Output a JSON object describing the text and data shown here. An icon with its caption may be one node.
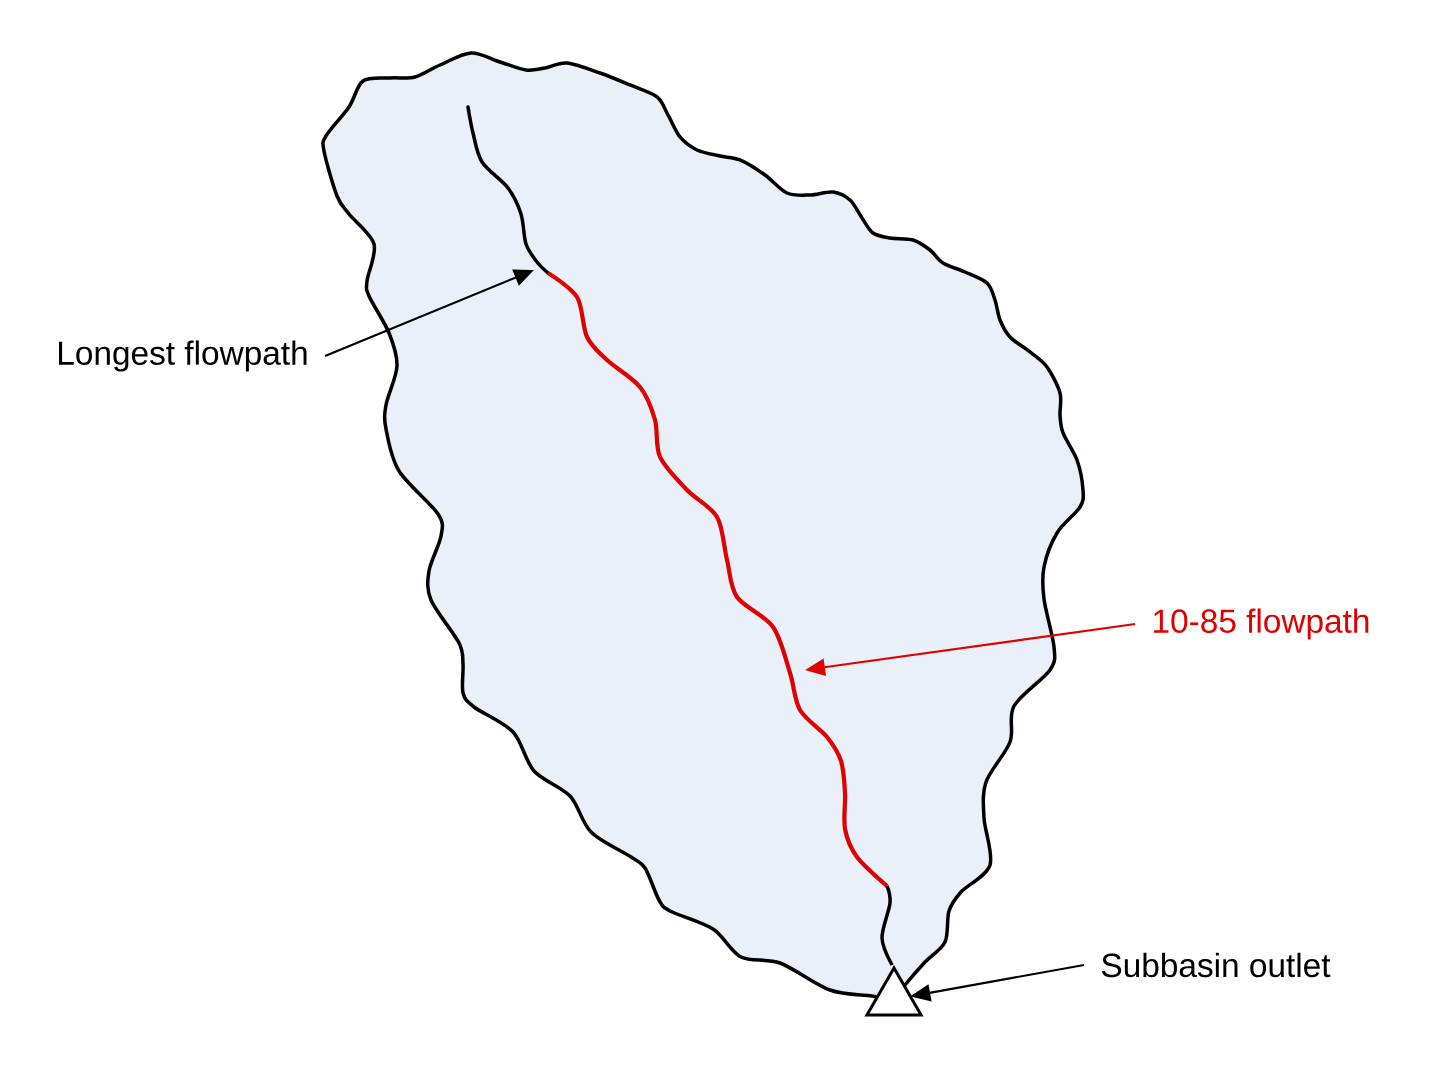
{
  "diagram": {
    "nodes": [
      {
        "text": [
          "Longest flowpath"
        ]
      },
      {
        "text": [
          "10-85 flowpath"
        ]
      },
      {
        "text": [
          "Subbasin outlet"
        ]
      },
      {
        "text": [],
        "shape": "triangle"
      }
    ],
    "edges": [
      {
        "from": 0,
        "to": null,
        "arrow": "to"
      },
      {
        "from": 1,
        "to": null,
        "arrow": "to",
        "color": "#e00000"
      },
      {
        "from": 2,
        "to": 3,
        "arrow": "to"
      }
    ]
  }
}
